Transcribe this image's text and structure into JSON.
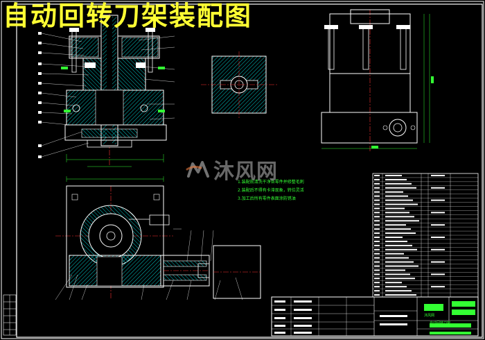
{
  "title": "自动回转刀架装配图",
  "technical_notes": {
    "lines": [
      "1.装配前清洗干净各零件并修整毛刺",
      "2.装配后不得有卡滞现象，转位灵活",
      "3.加工后所有零件表面涂防锈油"
    ]
  },
  "watermark": {
    "text": "沐风网",
    "logo": "mufeng-logo-icon"
  },
  "title_block": {
    "drawing_name": "自动回转刀架",
    "company": "沐风网",
    "drawing_number": ""
  },
  "colors": {
    "background": "#000000",
    "outline": "#ffffff",
    "hatch": "#00cccc",
    "center_line": "#ff3333",
    "dimension": "#33ff33",
    "title": "#ffff33",
    "fill": "#ffffff"
  }
}
